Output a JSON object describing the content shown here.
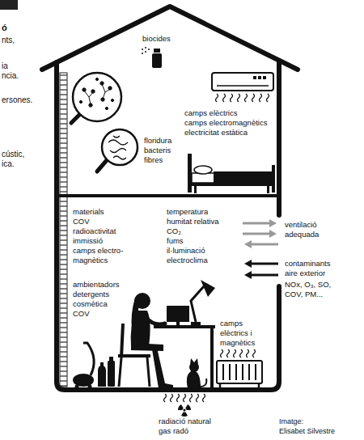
{
  "diagram": {
    "labels": [
      "ó",
      "nts,",
      "biocides",
      "ia",
      "ncia.",
      "ersones.",
      "camps elèctrics",
      "camps electromagnètics",
      "electricitat estàtica",
      "floridura",
      "bacteris",
      "fibres",
      "cústic,",
      "ica.",
      "materials",
      "COV",
      "radioactivitat",
      "immissió",
      "camps electro- magnètics",
      "temperatura",
      "humitat relativa",
      "CO₂",
      "fums",
      "il·luminació",
      "electroclima",
      "ventilació adequada",
      "contaminants aire exterior",
      "NOx, O₃, SO, COV, PM...",
      "ambientadors",
      "detergents",
      "cosmètica",
      "COV",
      "camps elèctrics i magnètics",
      "radiació natural",
      "gas radó",
      "Imatge:",
      "Elisabet Silvestre"
    ]
  }
}
